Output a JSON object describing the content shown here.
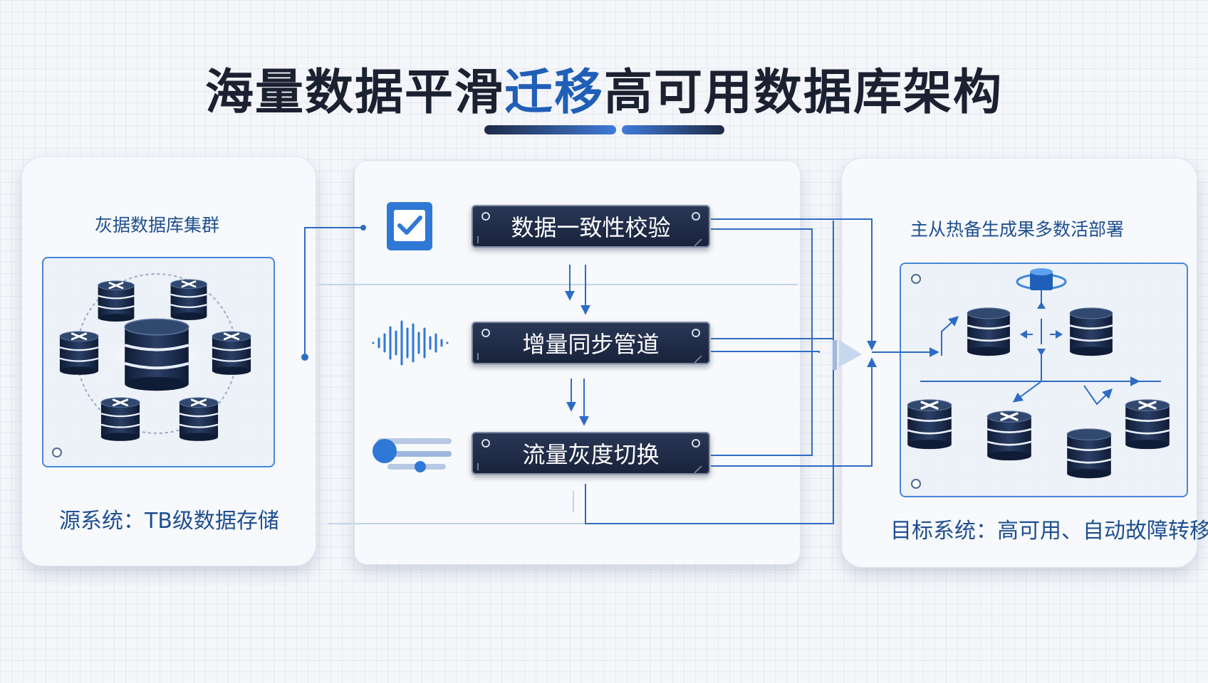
{
  "title": {
    "part1": "海量数据平滑",
    "part2": "迁移",
    "part3": "高可用数据库架构"
  },
  "source_panel": {
    "label": "灰据数据库集群",
    "caption": "源系统：TB级数据存储"
  },
  "pipeline": {
    "steps": [
      {
        "label": "数据一致性校验",
        "icon": "checkbox-icon"
      },
      {
        "label": "增量同步管道",
        "icon": "audio-wave-icon"
      },
      {
        "label": "流量灰度切换",
        "icon": "toggle-slider-icon"
      }
    ]
  },
  "target_panel": {
    "label": "主从热备生成果多数活部署",
    "caption": "目标系统：高可用、自动故障转移"
  },
  "colors": {
    "accent": "#1f5fb8",
    "navy": "#1b2a48",
    "line": "#2e6cc4",
    "box_border": "#4a86d8"
  }
}
